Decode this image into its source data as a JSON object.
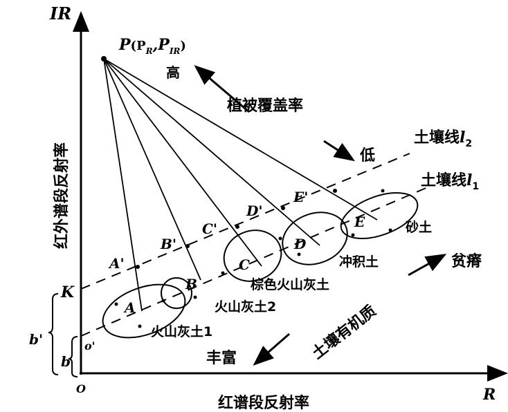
{
  "axes": {
    "y_label": "IR",
    "x_label": "R",
    "origin": "O",
    "y_title": "红外谱段反射率",
    "x_title": "红谱段反射率"
  },
  "point_p": {
    "label": "P",
    "coords": "(P",
    "sub_r": "R",
    "comma": ",",
    "p2": "P",
    "sub_ir": "IR",
    "close": ")"
  },
  "vegetation": {
    "high": "高",
    "title": "植被覆盖率",
    "low": "低"
  },
  "soil_lines": {
    "l2": "土壤线",
    "l2_sym": "l",
    "l2_sub": "2",
    "l1": "土壤线",
    "l1_sym": "l",
    "l1_sub": "1"
  },
  "intercepts": {
    "k": "K",
    "o_prime": "o'",
    "b": "b",
    "b_prime": "b'"
  },
  "points": {
    "A": "A",
    "B": "B",
    "C": "C",
    "D": "D",
    "E": "E",
    "A1": "A'",
    "B1": "B'",
    "C1": "C'",
    "D1": "D'",
    "E1": "E'"
  },
  "soils": [
    "火山灰土1",
    "火山灰土2",
    "棕色火山灰土",
    "冲积土",
    "砂土"
  ],
  "organic": {
    "title": "土壤有机质",
    "rich": "丰富",
    "poor": "贫瘠"
  }
}
